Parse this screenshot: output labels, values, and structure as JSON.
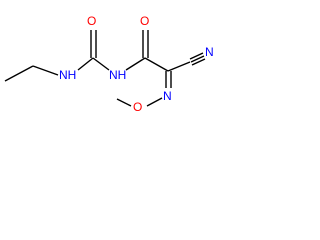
{
  "molecule": {
    "atoms": {
      "o_urea": "O",
      "o_amide": "O",
      "nh_left": "NH",
      "nh_mid": "NH",
      "n_nitrile": "N",
      "n_oxime": "N",
      "o_ether": "O"
    },
    "colors": {
      "bond": "#000000",
      "oxygen": "#ff0000",
      "nitrogen": "#0000ff"
    }
  }
}
